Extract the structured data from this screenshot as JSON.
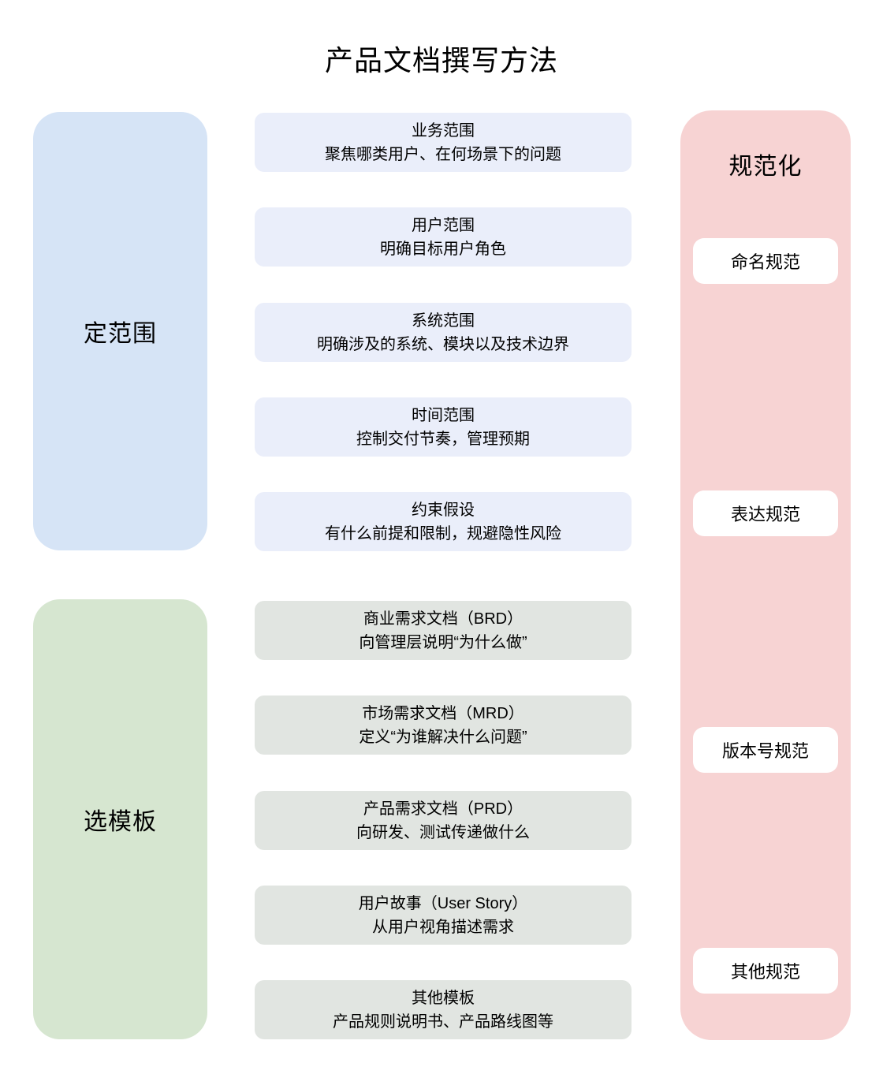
{
  "title": "产品文档撰写方法",
  "left_column": {
    "scope_group_label": "定范围",
    "template_group_label": "选模板"
  },
  "middle_column": {
    "scope_boxes": [
      {
        "title": "业务范围",
        "subtitle": "聚焦哪类用户、在何场景下的问题"
      },
      {
        "title": "用户范围",
        "subtitle": "明确目标用户角色"
      },
      {
        "title": "系统范围",
        "subtitle": "明确涉及的系统、模块以及技术边界"
      },
      {
        "title": "时间范围",
        "subtitle": "控制交付节奏，管理预期"
      },
      {
        "title": "约束假设",
        "subtitle": "有什么前提和限制，规避隐性风险"
      }
    ],
    "template_boxes": [
      {
        "title": "商业需求文档（BRD）",
        "subtitle": "向管理层说明“为什么做”"
      },
      {
        "title": "市场需求文档（MRD）",
        "subtitle": "定义“为谁解决什么问题”"
      },
      {
        "title": "产品需求文档（PRD）",
        "subtitle": "向研发、测试传递做什么"
      },
      {
        "title": "用户故事（User Story）",
        "subtitle": "从用户视角描述需求"
      },
      {
        "title": "其他模板",
        "subtitle": "产品规则说明书、产品路线图等"
      }
    ]
  },
  "right_column": {
    "label": "规范化",
    "items": [
      {
        "label": "命名规范"
      },
      {
        "label": "表达规范"
      },
      {
        "label": "版本号规范"
      },
      {
        "label": "其他规范"
      }
    ]
  },
  "colors": {
    "scope_group_bg": "#d6e4f6",
    "template_group_bg": "#d6e6d0",
    "scope_item_bg": "#eaeefa",
    "template_item_bg": "#e1e5e1",
    "right_panel_bg": "#f7d3d3",
    "right_item_bg": "#ffffff",
    "text": "#000000",
    "background": "#ffffff"
  }
}
